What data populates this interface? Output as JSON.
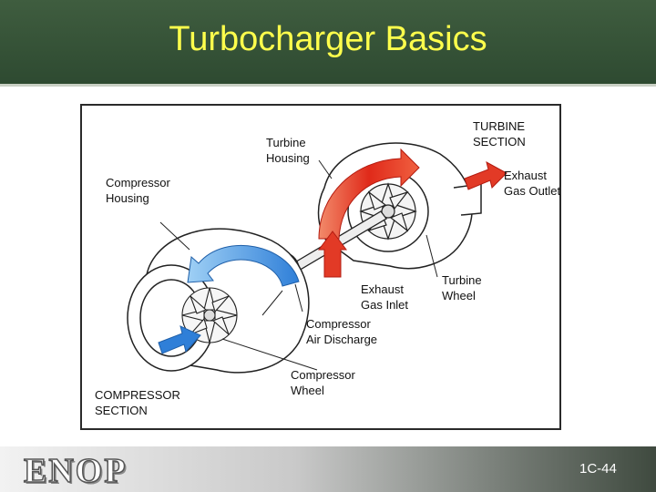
{
  "slide": {
    "title": "Turbocharger Basics",
    "logo_text": "ENOP",
    "page_number": "1C-44"
  },
  "diagram": {
    "labels": {
      "turbine_housing": "Turbine\nHousing",
      "turbine_section": "TURBINE\nSECTION",
      "compressor_housing": "Compressor\nHousing",
      "exhaust_gas_outlet": "Exhaust\nGas Outlet",
      "exhaust_gas_inlet": "Exhaust\nGas Inlet",
      "turbine_wheel": "Turbine\nWheel",
      "compressor_air_discharge": "Compressor\nAir Discharge",
      "compressor_wheel": "Compressor\nWheel",
      "compressor_section": "COMPRESSOR\nSECTION"
    }
  },
  "colors": {
    "header_green": "#2e4a31",
    "title_yellow": "#ffff4c",
    "exhaust_red": "#e02a1a",
    "intake_blue": "#2f7fd8"
  }
}
